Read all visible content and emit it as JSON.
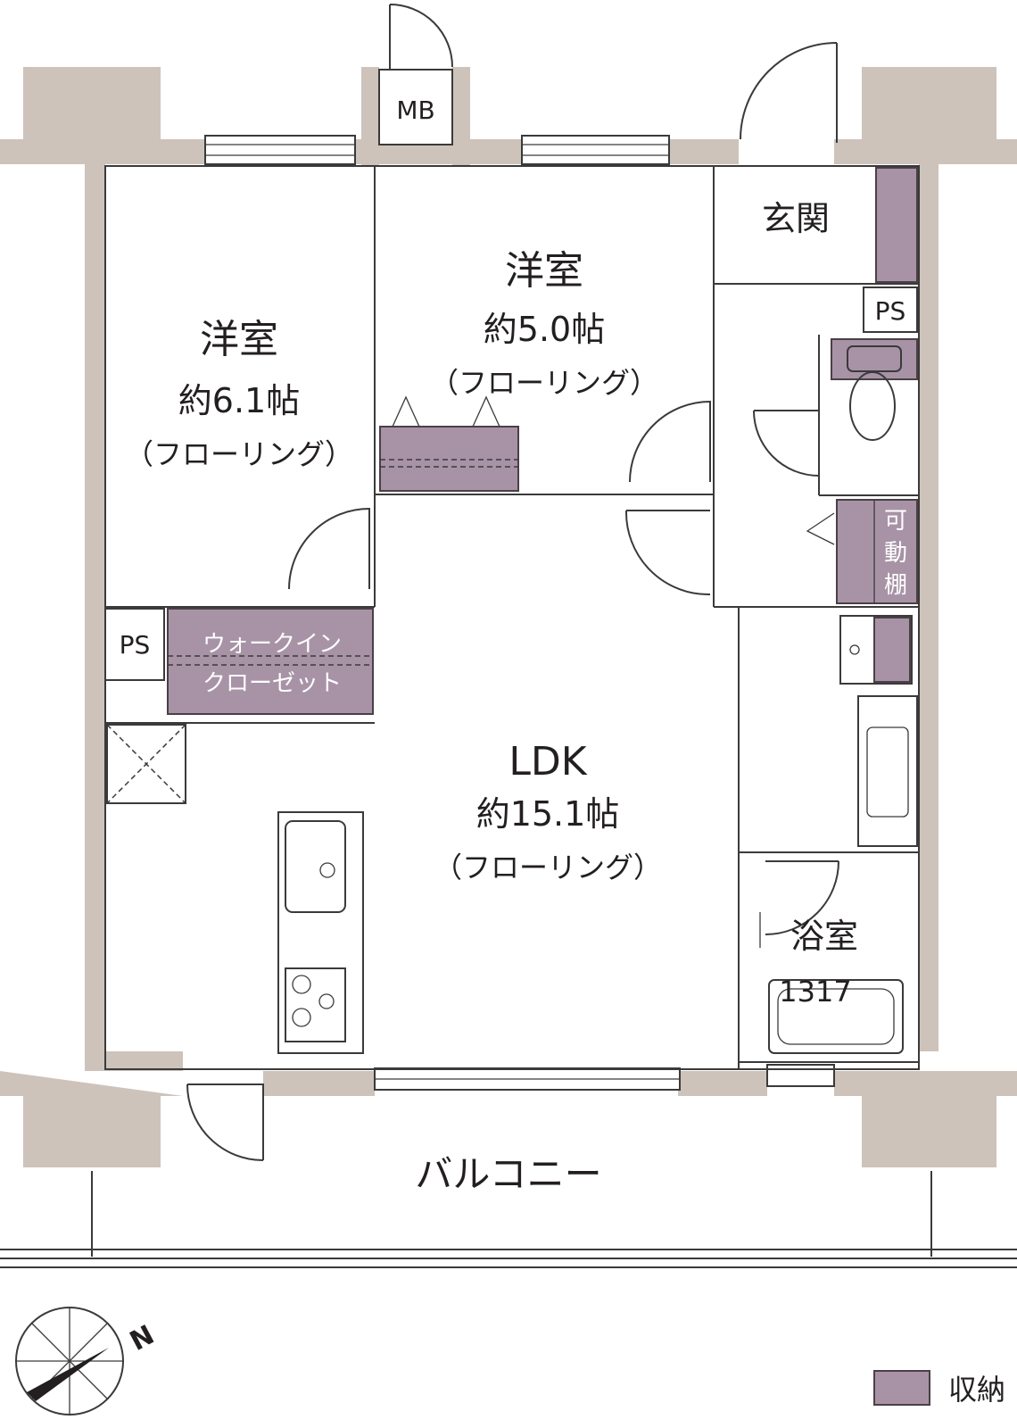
{
  "rooms": {
    "western_left": {
      "name": "洋室",
      "area": "約6.1帖",
      "floor": "（フローリング）"
    },
    "western_top": {
      "name": "洋室",
      "area": "約5.0帖",
      "floor": "（フローリング）"
    },
    "ldk": {
      "name": "LDK",
      "area": "約15.1帖",
      "floor": "（フローリング）"
    },
    "entrance": {
      "name": "玄関"
    },
    "bath": {
      "name": "浴室",
      "size": "1317"
    },
    "balcony": {
      "name": "バルコニー"
    }
  },
  "labels": {
    "mb": "MB",
    "ps_top": "PS",
    "ps_left": "PS",
    "wic_line1": "ウォークイン",
    "wic_line2": "クローゼット",
    "movable_shelf": [
      "可",
      "動",
      "棚"
    ]
  },
  "compass": {
    "north": "N"
  },
  "legend": {
    "storage": "収納"
  },
  "colors": {
    "wall": "#cdc3ba",
    "storage": "#a893a6",
    "line": "#3a3a3a"
  }
}
